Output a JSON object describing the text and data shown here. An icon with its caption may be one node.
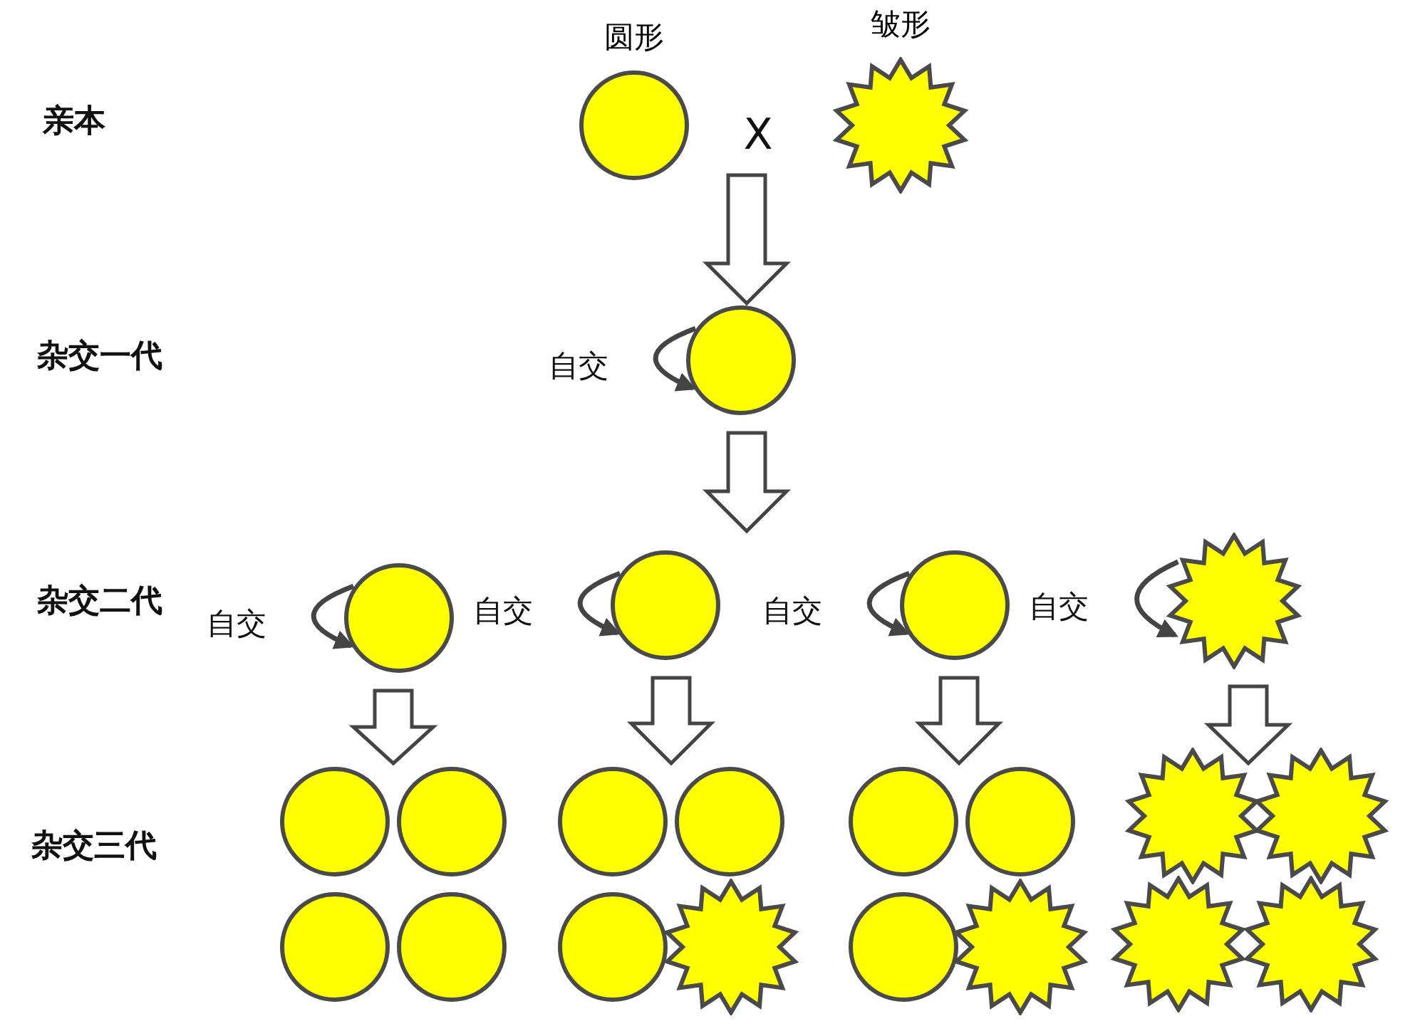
{
  "diagram": {
    "nodes": [
      {
        "text": [
          "圆形"
        ]
      },
      {
        "text": [
          "皱形"
        ]
      },
      {
        "text": [
          "X"
        ]
      },
      {
        "text": [],
        "shape": "circle"
      },
      {
        "text": [],
        "shape": "circle"
      },
      {
        "text": [],
        "shape": "circle"
      },
      {
        "text": [],
        "shape": "circle"
      },
      {
        "text": [],
        "shape": "star"
      },
      {
        "text": [],
        "shape": "circle"
      },
      {
        "text": [],
        "shape": "circle"
      },
      {
        "text": [],
        "shape": "circle"
      },
      {
        "text": [],
        "shape": "circle"
      },
      {
        "text": [],
        "shape": "circle"
      },
      {
        "text": [],
        "shape": "circle"
      },
      {
        "text": [],
        "shape": "circle"
      },
      {
        "text": [],
        "shape": "star"
      },
      {
        "text": [],
        "shape": "circle"
      },
      {
        "text": [],
        "shape": "circle"
      },
      {
        "text": [],
        "shape": "circle"
      },
      {
        "text": [],
        "shape": "star"
      },
      {
        "text": [],
        "shape": "star"
      },
      {
        "text": [],
        "shape": "star"
      },
      {
        "text": [],
        "shape": "star"
      },
      {
        "text": [],
        "shape": "star"
      }
    ],
    "edges": [
      {
        "from": 2,
        "to": 3,
        "arrow": "to"
      },
      {
        "from": 3,
        "to": 3,
        "arrow": "to",
        "label": "自交"
      },
      {
        "from": 3,
        "to": null,
        "arrow": "to"
      },
      {
        "from": 4,
        "to": 4,
        "arrow": "to",
        "label": "自交"
      },
      {
        "from": 5,
        "to": 5,
        "arrow": "to",
        "label": "自交"
      },
      {
        "from": 6,
        "to": 6,
        "arrow": "to",
        "label": "自交"
      },
      {
        "from": 7,
        "to": 7,
        "arrow": "to",
        "label": "自交"
      },
      {
        "from": 4,
        "to": null,
        "arrow": "to"
      },
      {
        "from": 5,
        "to": null,
        "arrow": "to"
      },
      {
        "from": 6,
        "to": null,
        "arrow": "to"
      },
      {
        "from": 7,
        "to": null,
        "arrow": "to"
      }
    ],
    "labels": [
      "亲本",
      "杂交一代",
      "杂交二代",
      "杂交三代"
    ]
  }
}
